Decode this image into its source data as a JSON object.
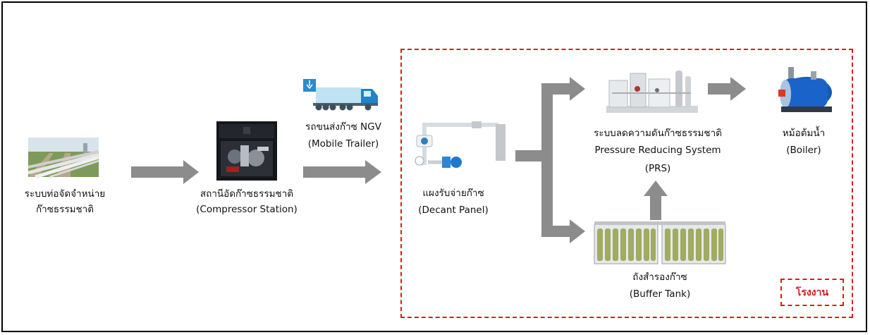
{
  "nodes": {
    "pipeline": {
      "line1": "ระบบท่อจัดจำหน่าย",
      "line2": "ก๊าซธรรมชาติ"
    },
    "compressor": {
      "line1": "สถานีอัดก๊าซธรรมชาติ",
      "line2": "(Compressor Station)"
    },
    "trailer": {
      "line1": "รถขนส่งก๊าซ NGV",
      "line2": "(Mobile Trailer)"
    },
    "decant": {
      "line1": "แผงรับจ่ายก๊าซ",
      "line2": "(Decant Panel)"
    },
    "prs": {
      "line1": "ระบบลดความดันก๊าซธรรมชาติ",
      "line2": "Pressure Reducing System",
      "line3": "(PRS)"
    },
    "boiler": {
      "line1": "หม้อต้มน้ำ",
      "line2": "(Boiler)"
    },
    "buffer": {
      "line1": "ถังสำรองก๊าซ",
      "line2": "(Buffer Tank)"
    }
  },
  "plant_label": "โรงงาน",
  "colors": {
    "arrow": "#8c8c8c",
    "plant_border": "#e01818",
    "plant_text": "#d81a1a",
    "frame": "#000000"
  },
  "icons": {
    "pipeline": "pipeline-photo-icon",
    "compressor": "compressor-unit-icon",
    "trailer": "ngv-truck-icon",
    "decant": "decant-panel-icon",
    "prs": "prs-skid-icon",
    "boiler": "boiler-icon",
    "buffer": "buffer-tank-icon"
  }
}
